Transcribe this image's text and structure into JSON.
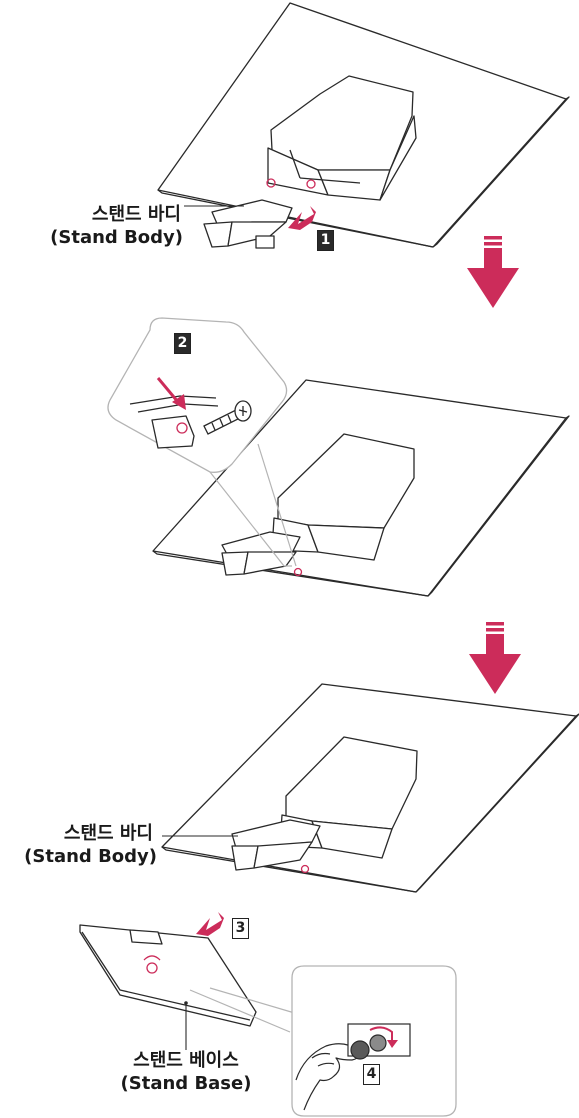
{
  "labels": {
    "stand_body_ko": "스탠드 바디",
    "stand_body_en": "(Stand Body)",
    "stand_base_ko": "스탠드 베이스",
    "stand_base_en": "(Stand Base)"
  },
  "steps": [
    "1",
    "2",
    "3",
    "4"
  ],
  "colors": {
    "accent": "#cc2c5a",
    "line": "#2a2a2a"
  }
}
